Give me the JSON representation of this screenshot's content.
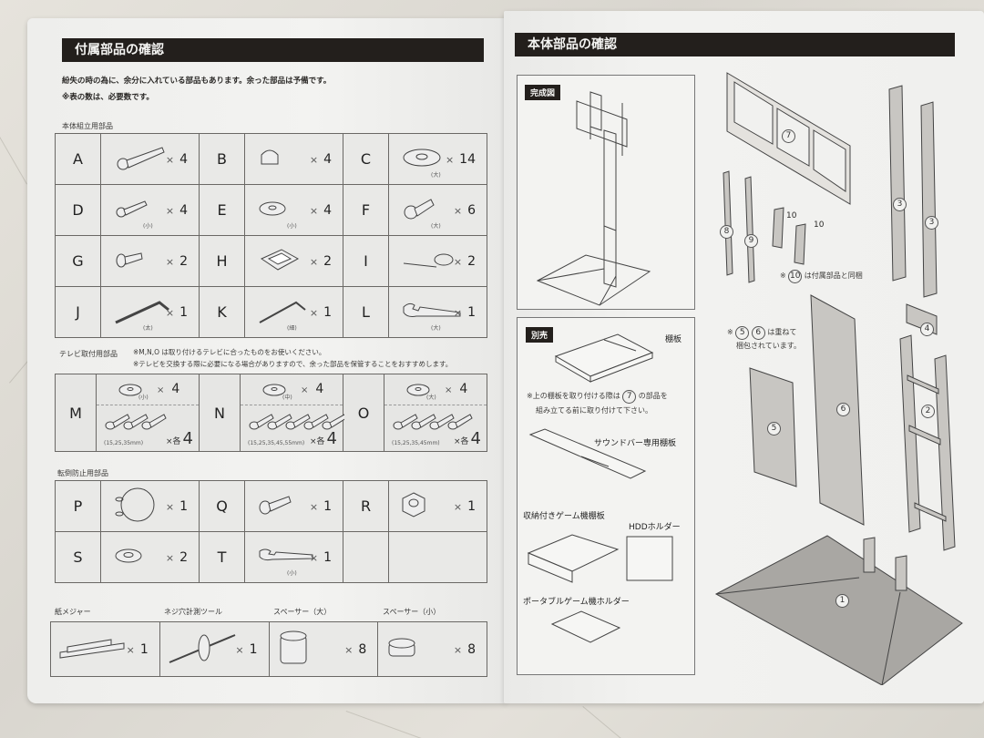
{
  "left_page": {
    "header": "付属部品の確認",
    "intro_lines": [
      "紛失の時の為に、余分に入れている部品もあります。余った部品は予備です。",
      "※表の数は、必要数です。"
    ],
    "body_parts": {
      "label": "本体組立用部品",
      "rows": [
        [
          {
            "letter": "A",
            "icon": "long-bolt-icon",
            "size": "",
            "qty": "4"
          },
          {
            "letter": "B",
            "icon": "cap-nut-icon",
            "size": "",
            "qty": "4"
          },
          {
            "letter": "C",
            "icon": "large-washer-icon",
            "size": "(大)",
            "qty": "14"
          }
        ],
        [
          {
            "letter": "D",
            "icon": "small-bolt-icon",
            "size": "(小)",
            "qty": "4"
          },
          {
            "letter": "E",
            "icon": "small-washer-icon",
            "size": "(小)",
            "qty": "4"
          },
          {
            "letter": "F",
            "icon": "flat-head-screw-icon",
            "size": "(大)",
            "qty": "6"
          }
        ],
        [
          {
            "letter": "G",
            "icon": "short-bolt-icon",
            "size": "",
            "qty": "2"
          },
          {
            "letter": "H",
            "icon": "cable-clip-icon",
            "size": "",
            "qty": "2"
          },
          {
            "letter": "I",
            "icon": "cable-tie-icon",
            "size": "",
            "qty": "2"
          }
        ],
        [
          {
            "letter": "J",
            "icon": "hex-key-large-icon",
            "size": "(太)",
            "qty": "1"
          },
          {
            "letter": "K",
            "icon": "hex-key-thin-icon",
            "size": "(細)",
            "qty": "1"
          },
          {
            "letter": "L",
            "icon": "wrench-large-icon",
            "size": "(大)",
            "qty": "1"
          }
        ]
      ]
    },
    "tv_parts": {
      "label": "テレビ取付用部品",
      "notes": [
        "※M,N,O は取り付けるテレビに合ったものをお使いください。",
        "※テレビを交換する際に必要になる場合がありますので、余った部品を保管することをおすすめします。"
      ],
      "cells": [
        {
          "letter": "M",
          "washer_size": "(小)",
          "washer_qty": "4",
          "screw_lengths": "(15,25,35mm)",
          "screw_count": 3,
          "each_label": "×各",
          "each_qty": "4"
        },
        {
          "letter": "N",
          "washer_size": "(中)",
          "washer_qty": "4",
          "screw_lengths": "(15,25,35,45,55mm)",
          "screw_count": 5,
          "each_label": "×各",
          "each_qty": "4"
        },
        {
          "letter": "O",
          "washer_size": "(大)",
          "washer_qty": "4",
          "screw_lengths": "(15,25,35,45mm)",
          "screw_count": 4,
          "each_label": "×各",
          "each_qty": "4"
        }
      ]
    },
    "anti_tip_parts": {
      "label": "転倒防止用部品",
      "rows": [
        [
          {
            "letter": "P",
            "icon": "wire-cable-icon",
            "size": "",
            "qty": "1"
          },
          {
            "letter": "Q",
            "icon": "bolt-icon",
            "size": "",
            "qty": "1"
          },
          {
            "letter": "R",
            "icon": "hex-nut-icon",
            "size": "",
            "qty": "1"
          }
        ],
        [
          {
            "letter": "S",
            "icon": "washer-icon",
            "size": "",
            "qty": "2"
          },
          {
            "letter": "T",
            "icon": "wrench-small-icon",
            "size": "(小)",
            "qty": "1"
          },
          {
            "letter": "",
            "icon": "",
            "size": "",
            "qty": ""
          }
        ]
      ]
    },
    "misc_parts": [
      {
        "label": "紙メジャー",
        "icon": "paper-measure-icon",
        "qty": "1"
      },
      {
        "label": "ネジ穴計測ツール",
        "icon": "screw-hole-gauge-icon",
        "qty": "1"
      },
      {
        "label": "スペーサー（大）",
        "icon": "spacer-large-icon",
        "qty": "8"
      },
      {
        "label": "スペーサー（小）",
        "icon": "spacer-small-icon",
        "qty": "8"
      }
    ],
    "times_symbol": "×"
  },
  "right_page": {
    "header": "本体部品の確認",
    "completed_view": {
      "tag": "完成図"
    },
    "sold_separately": {
      "tag": "別売",
      "shelf_label": "棚板",
      "shelf_note_prefix": "※上の棚板を取り付ける際は",
      "shelf_note_num": "7",
      "shelf_note_suffix": "の部品を",
      "shelf_note_line2": "組み立てる前に取り付けて下さい。",
      "soundbar_label": "サウンドバー専用棚板",
      "game_shelf_label": "収納付きゲーム機棚板",
      "hdd_label": "HDDホルダー",
      "portable_label": "ポータブルゲーム機ホルダー"
    },
    "part_numbers": [
      "1",
      "2",
      "3",
      "3",
      "4",
      "5",
      "6",
      "7",
      "8",
      "9",
      "10",
      "10"
    ],
    "note_10": {
      "num": "10",
      "text": "は付属部品と同梱",
      "prefix": "※"
    },
    "note_56": {
      "prefix": "※",
      "num_a": "5",
      "num_b": "6",
      "line1": "は重ねて",
      "line2": "梱包されています。"
    }
  }
}
